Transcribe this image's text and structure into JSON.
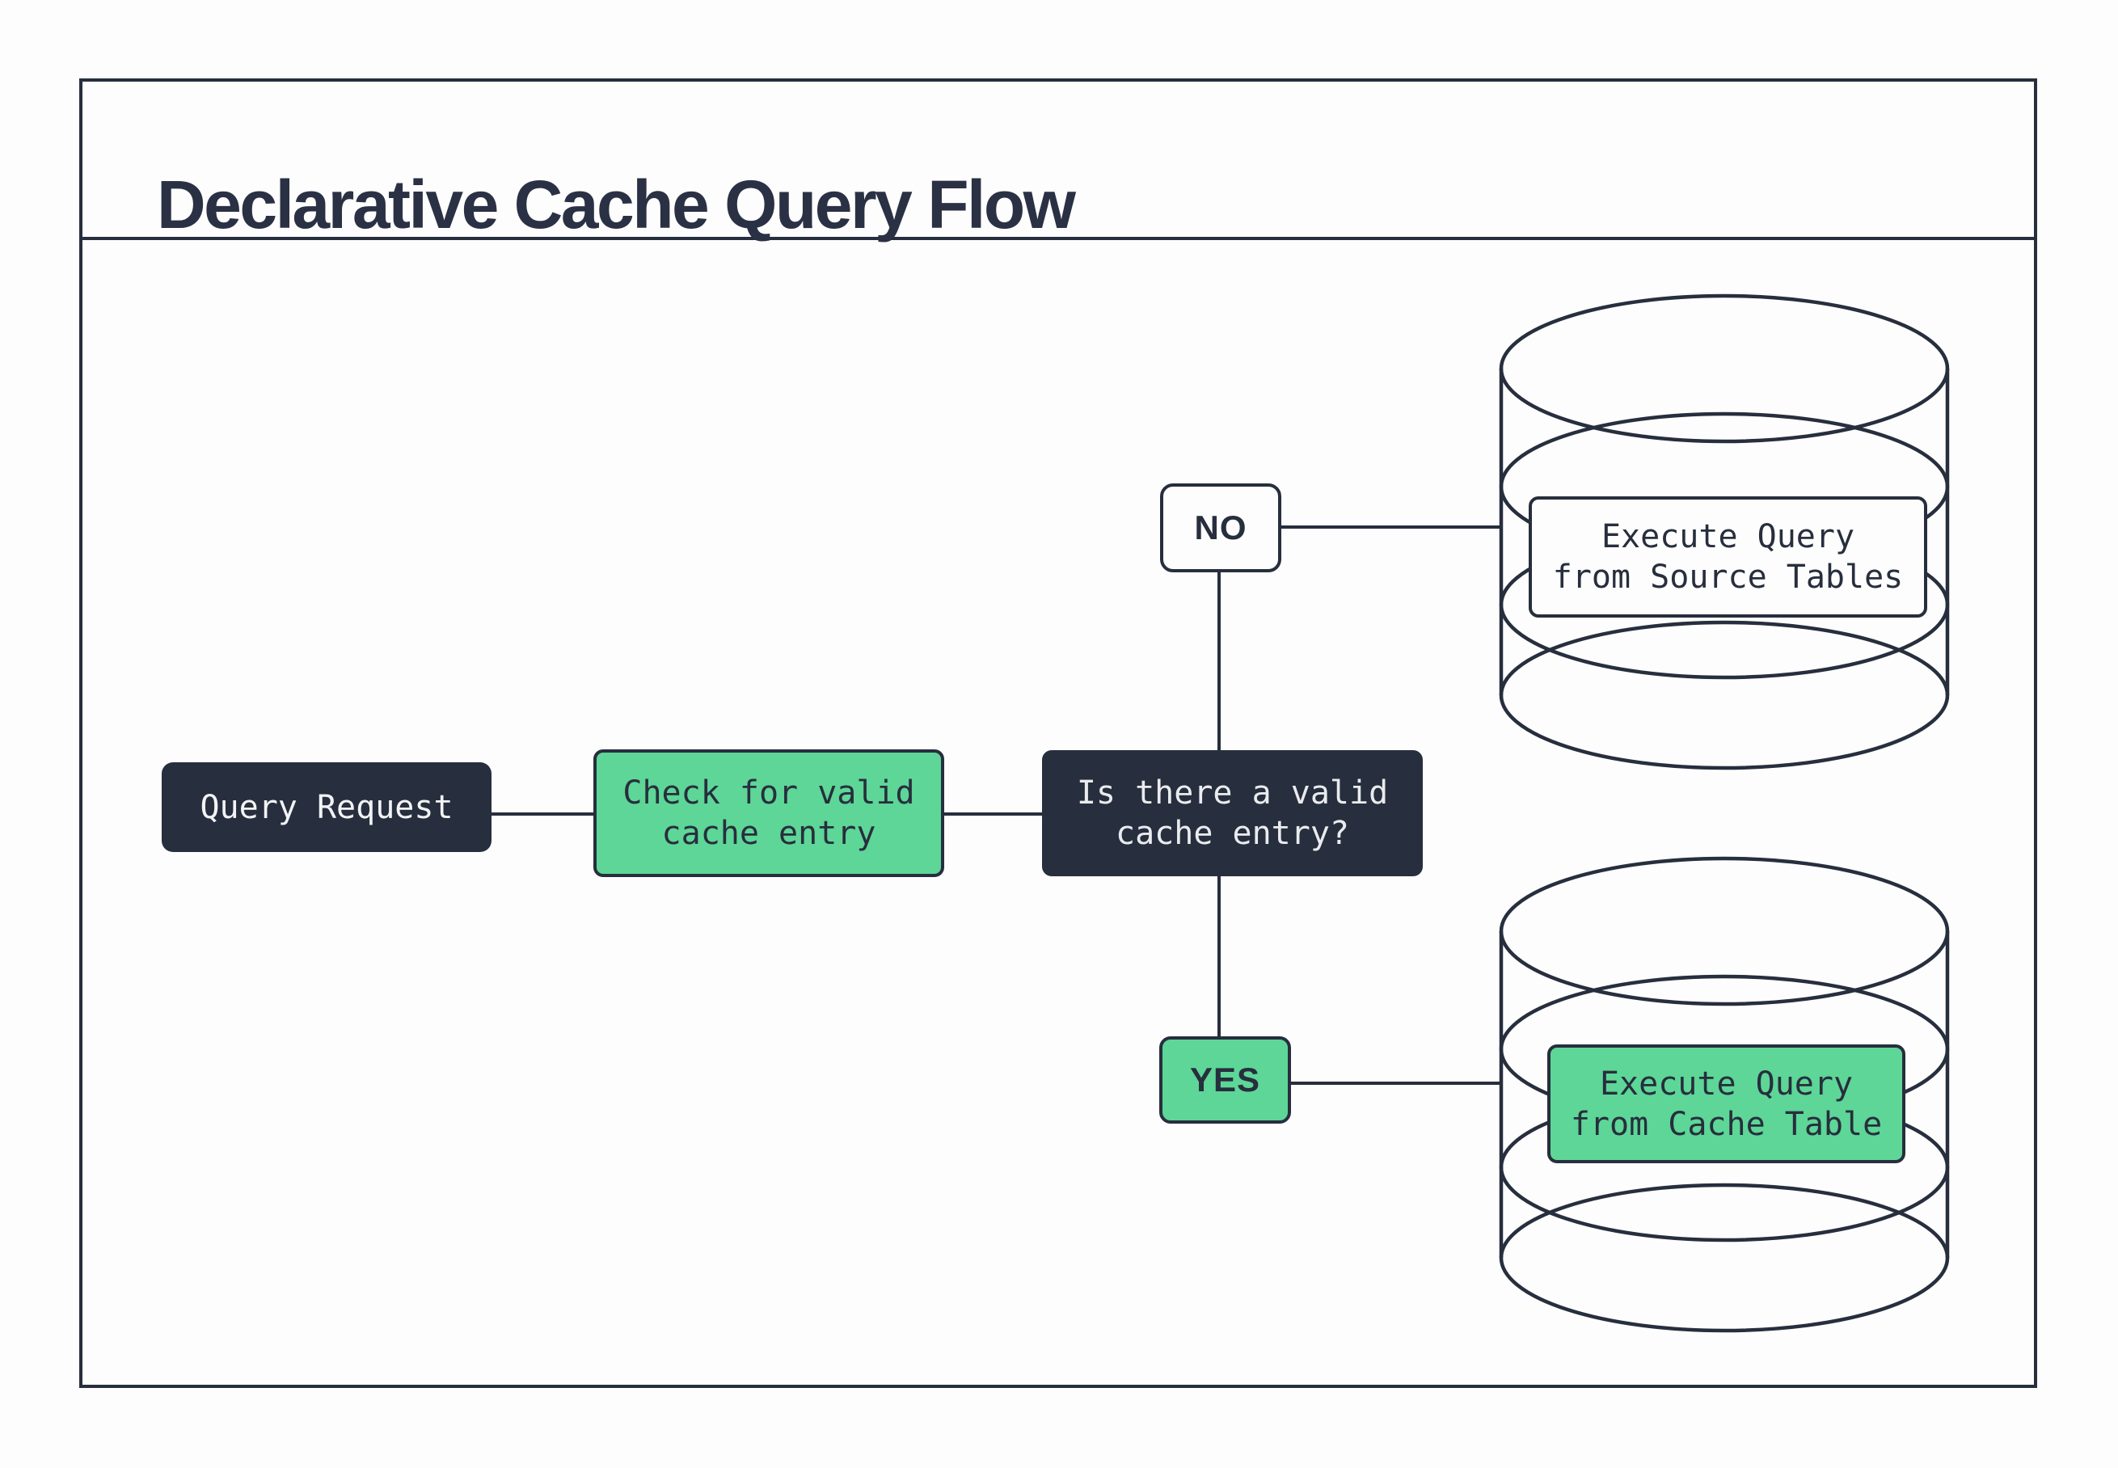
{
  "title": "Declarative Cache Query Flow",
  "colors": {
    "dark_navy": "#272e3d",
    "green": "#5dd697",
    "light_text": "#e9ebee",
    "background": "#fdfdfd"
  },
  "nodes": {
    "query_request": {
      "label": "Query Request"
    },
    "check_cache": {
      "lines": [
        "Check for valid",
        "cache entry"
      ]
    },
    "decision": {
      "lines": [
        "Is there a valid",
        "cache entry?"
      ]
    },
    "branch_no": {
      "label": "NO"
    },
    "branch_yes": {
      "label": "YES"
    },
    "source_db_action": {
      "lines": [
        "Execute Query",
        "from Source Tables"
      ]
    },
    "cache_db_action": {
      "lines": [
        "Execute Query",
        "from Cache Table"
      ]
    }
  },
  "icons": {
    "source_database": "database-cylinder",
    "cache_database": "database-cylinder"
  }
}
